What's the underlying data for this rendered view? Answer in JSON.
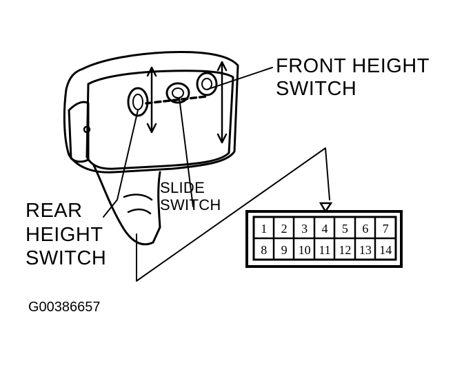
{
  "labels": {
    "front_height_switch": [
      "FRONT HEIGHT",
      "SWITCH"
    ],
    "rear_height_switch": [
      "REAR",
      "HEIGHT",
      "SWITCH"
    ],
    "slide_switch": [
      "SLIDE",
      "SWITCH"
    ],
    "figure_id": "G00386657"
  },
  "connector": {
    "top_row": [
      "1",
      "2",
      "3",
      "4",
      "5",
      "6",
      "7"
    ],
    "bottom_row": [
      "8",
      "9",
      "10",
      "11",
      "12",
      "13",
      "14"
    ]
  },
  "icons": [
    "switch-housing",
    "toggle-arrows",
    "connector-key-arrow"
  ]
}
